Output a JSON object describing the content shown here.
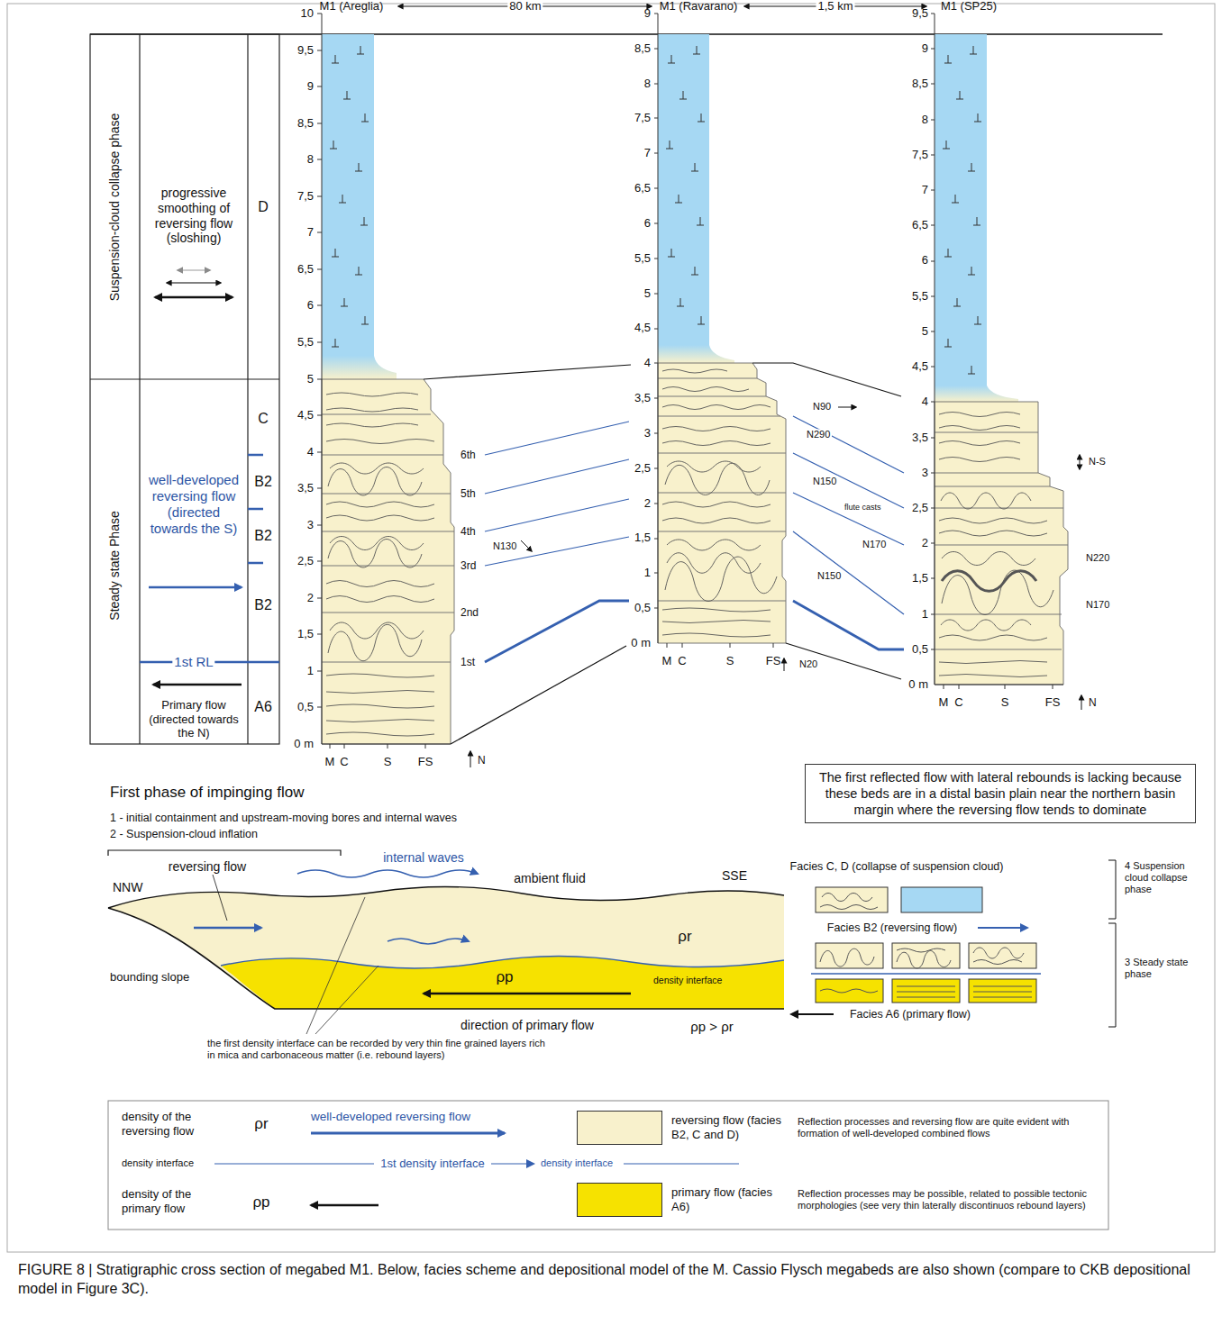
{
  "diagram": {
    "caption": "FIGURE 8 | Stratigraphic cross section of megabed M1. Below, facies scheme and depositional model of the M. Cassio Flysch megabeds are also shown (compare to CKB depositional model in Figure 3C).",
    "nodes": [
      {
        "text": [
          "The first reflected flow with lateral rebounds is lacking because these beds are in a distal basin plain near the northern basin margin where the reversing flow tends to dominate"
        ]
      }
    ],
    "labels": [
      "M1 (Areglia)",
      "80 km",
      "M1 (Ravarano)",
      "1,5 km",
      "M1 (SP25)",
      "10",
      "9,5",
      "9",
      "8,5",
      "8",
      "7,5",
      "7",
      "6,5",
      "6",
      "5,5",
      "5",
      "4,5",
      "4",
      "3,5",
      "3",
      "2,5",
      "2",
      "1,5",
      "1",
      "0,5",
      "0 m",
      "9",
      "8,5",
      "8",
      "7,5",
      "7",
      "6,5",
      "6",
      "5,5",
      "5",
      "4,5",
      "4",
      "3,5",
      "3",
      "2,5",
      "2",
      "1,5",
      "1",
      "0,5",
      "0 m",
      "9,5",
      "9",
      "8,5",
      "8",
      "7,5",
      "7",
      "6,5",
      "6",
      "5,5",
      "5",
      "4,5",
      "4",
      "3,5",
      "3",
      "2,5",
      "2",
      "1,5",
      "1",
      "0,5",
      "0 m",
      "M",
      "C",
      "S",
      "FS",
      "M",
      "C",
      "S",
      "FS",
      "M",
      "C",
      "S",
      "FS",
      "6th",
      "5th",
      "4th",
      "3rd",
      "2nd",
      "1st",
      "N130",
      "N",
      "N90",
      "N290",
      "N150",
      "flute casts",
      "N170",
      "N150",
      "N20",
      "N-S",
      "N220",
      "N170",
      "N",
      "Suspension-cloud collapse phase",
      "Steady state Phase",
      "progressive smoothing of reversing flow (sloshing)",
      "well-developed reversing flow (directed towards the S)",
      "1st RL",
      "Primary flow (directed towards the N)",
      "D",
      "C",
      "B2",
      "B2",
      "B2",
      "A6",
      "First phase of impinging flow",
      "1 - initial containment and upstream-moving bores and internal waves",
      "2 - Suspension-cloud inflation",
      "NNW",
      "reversing flow",
      "internal waves",
      "ambient fluid",
      "SSE",
      "ρr",
      "ρp",
      "bounding slope",
      "density interface",
      "direction of primary flow",
      "ρp > ρr",
      "the first density interface can be recorded by very thin fine grained layers rich in mica and carbonaceous matter (i.e. rebound layers)",
      "Facies C, D (collapse of suspension cloud)",
      "4 Suspension cloud collapse phase",
      "Facies B2 (reversing flow)",
      "3 Steady state phase",
      "Facies A6 (primary flow)",
      "density of the reversing flow",
      "ρr",
      "well-developed reversing flow",
      "density interface",
      "1st density interface",
      "density interface",
      "density of the primary flow",
      "ρp",
      "Reflection processes and reversing flow are quite evident with formation of well-developed combined flows",
      "Reflection processes may be possible, related to possible tectonic morphologies (see very thin laterally discontinuos rebound layers)"
    ],
    "legend": [
      {
        "text": "reversing flow (facies B2, C and D)",
        "color": "#f8f1cc"
      },
      {
        "text": "primary flow (facies A6)",
        "color": "#f6e200"
      }
    ]
  }
}
